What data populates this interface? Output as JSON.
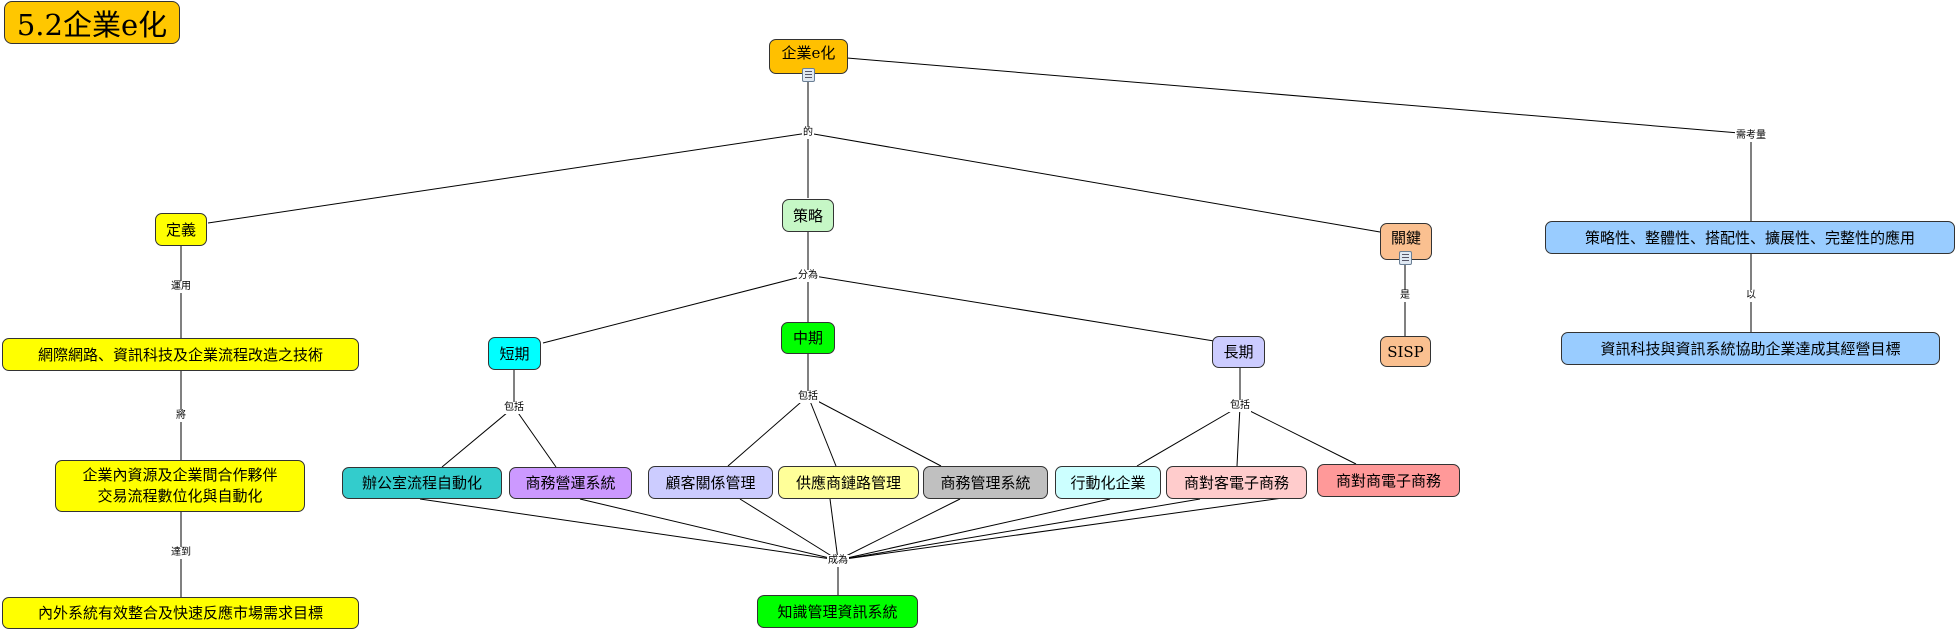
{
  "title": "5.2企業e化",
  "nodes": {
    "root": {
      "text": "企業e化",
      "color": "#ffc000"
    },
    "define": {
      "text": "定義",
      "color": "#ffff00"
    },
    "strategy": {
      "text": "策略",
      "color": "#c6f7c6"
    },
    "key": {
      "text": "關鍵",
      "color": "#fac090"
    },
    "consider": {
      "text": "策略性、整體性、搭配性、擴展性、完整性的應用",
      "color": "#99ccff"
    },
    "tech": {
      "text": "網際網路、資訊科技及企業流程改造之技術",
      "color": "#ffff00"
    },
    "short": {
      "text": "短期",
      "color": "#00ffff"
    },
    "mid": {
      "text": "中期",
      "color": "#00ff00"
    },
    "long": {
      "text": "長期",
      "color": "#ccccff"
    },
    "sisp": {
      "text": "SISP",
      "color": "#fac090"
    },
    "goal": {
      "text": "資訊科技與資訊系統協助企業達成其經營目標",
      "color": "#99ccff"
    },
    "digitize": {
      "lines": [
        "企業內資源及企業間合作夥伴",
        "交易流程數位化與自動化"
      ],
      "color": "#ffff00"
    },
    "integrate": {
      "text": "內外系統有效整合及快速反應市場需求目標",
      "color": "#ffff00"
    },
    "office": {
      "text": "辦公室流程自動化",
      "color": "#33cccc"
    },
    "business_ops": {
      "text": "商務營運系統",
      "color": "#cc99ff"
    },
    "crm": {
      "text": "顧客關係管理",
      "color": "#ccccff"
    },
    "scm": {
      "text": "供應商鏈路管理",
      "color": "#ffff99"
    },
    "bms": {
      "text": "商務管理系統",
      "color": "#c0c0c0"
    },
    "mobile": {
      "text": "行動化企業",
      "color": "#ccffff"
    },
    "b2c": {
      "text": "商對客電子商務",
      "color": "#ffcccc"
    },
    "b2b": {
      "text": "商對商電子商務",
      "color": "#ff9999"
    },
    "kms": {
      "text": "知識管理資訊系統",
      "color": "#00ff00"
    }
  },
  "labels": {
    "of": "的",
    "needs_consider": "需考量",
    "use": "運用",
    "divide": "分為",
    "is": "是",
    "by": "以",
    "to": "將",
    "include_short": "包括",
    "include_mid": "包括",
    "include_long": "包括",
    "achieve": "達到",
    "become": "成為"
  }
}
